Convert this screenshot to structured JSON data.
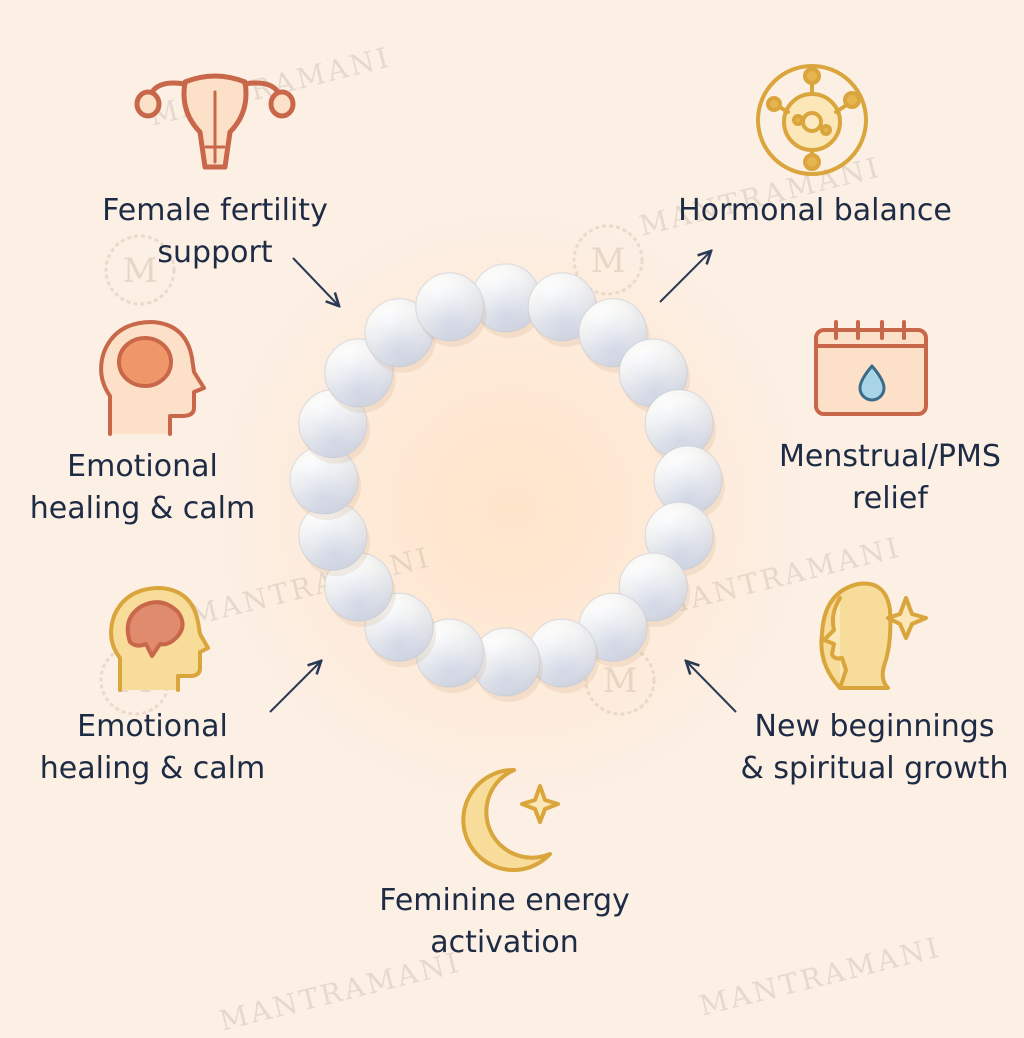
{
  "watermark": {
    "text": "MANTRAMANI"
  },
  "benefits": {
    "fertility": {
      "line1": "Female fertility",
      "line2": "support",
      "icon": "uterus-icon"
    },
    "hormonal": {
      "line1": "Hormonal balance",
      "icon": "hormone-molecule-icon"
    },
    "emotional_top": {
      "line1": "Emotional",
      "line2": "healing & calm",
      "icon": "head-profile-icon"
    },
    "menstrual": {
      "line1": "Menstrual/PMS",
      "line2": "relief",
      "icon": "calendar-drop-icon"
    },
    "emotional_bottom": {
      "line1": "Emotional",
      "line2": "healing & calm",
      "icon": "head-brain-icon"
    },
    "beginnings": {
      "line1": "New beginnings",
      "line2": "& spiritual growth",
      "icon": "woman-sparkle-icon"
    },
    "feminine": {
      "line1": "Feminine energy",
      "line2": "activation",
      "icon": "crescent-moon-star-icon"
    }
  },
  "product": {
    "icon": "moonstone-bracelet-icon"
  },
  "colors": {
    "background": "#fcefe4",
    "text": "#1d2b44",
    "icon_coral": "#c8674a",
    "icon_gold": "#d9a53c",
    "icon_fill_peach": "#fde0c8",
    "icon_fill_gold": "#f8dc9a",
    "bead": "#f4f4f2"
  }
}
